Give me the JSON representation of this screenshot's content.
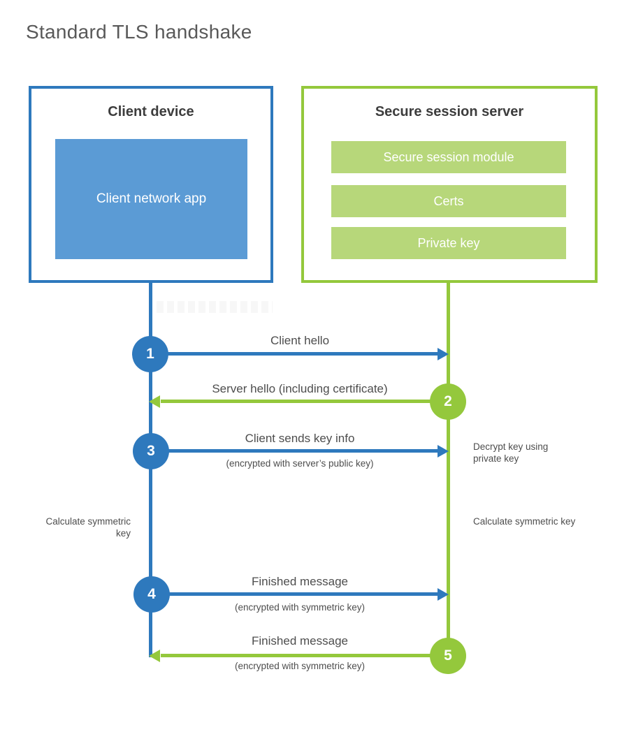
{
  "title": "Standard TLS handshake",
  "palette": {
    "blue": "#2e79bd",
    "blue_light": "#5b9bd5",
    "green": "#94c83c",
    "green_light": "#b7d77a"
  },
  "client": {
    "title": "Client device",
    "app": "Client network app"
  },
  "server": {
    "title": "Secure session server",
    "modules": [
      "Secure session module",
      "Certs",
      "Private key"
    ]
  },
  "steps": [
    {
      "num": "1",
      "label": "Client hello",
      "direction": "client-to-server"
    },
    {
      "num": "2",
      "label": "Server hello (including certificate)",
      "direction": "server-to-client"
    },
    {
      "num": "3",
      "label": "Client sends key info",
      "sub": "(encrypted with server’s public key)",
      "direction": "client-to-server"
    },
    {
      "num": "4",
      "label": "Finished message",
      "sub": "(encrypted with symmetric key)",
      "direction": "client-to-server"
    },
    {
      "num": "5",
      "label": "Finished message",
      "sub": "(encrypted with symmetric key)",
      "direction": "server-to-client"
    }
  ],
  "annotations": {
    "decrypt_note": "Decrypt key using private key",
    "calculate_left": "Calculate symmetric key",
    "calculate_right": "Calculate symmetric key"
  }
}
